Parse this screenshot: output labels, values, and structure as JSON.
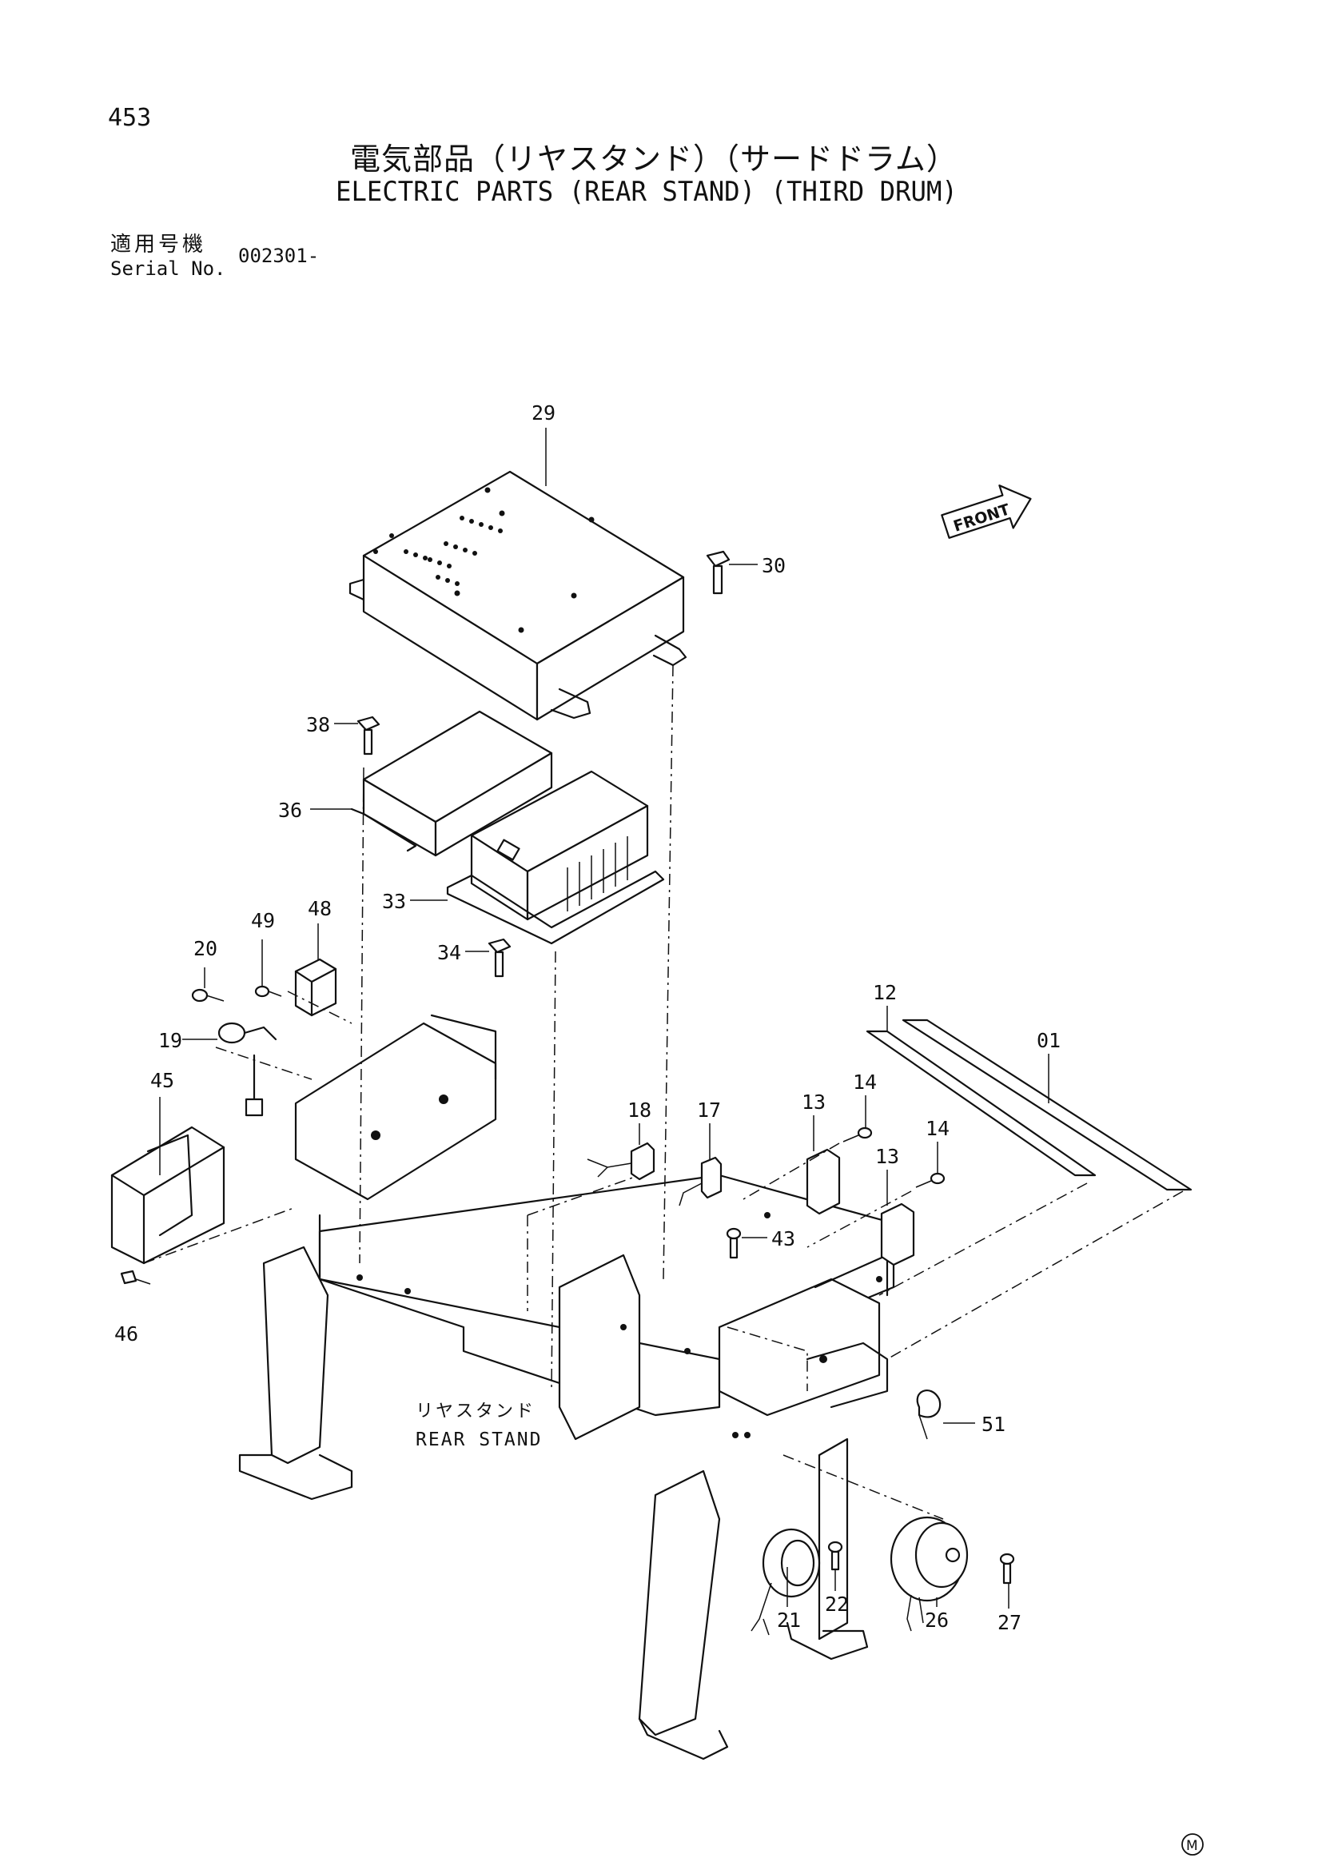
{
  "header": {
    "page_number": "453",
    "title_jp": "電気部品（リヤスタンド）（サードドラム）",
    "title_en": "ELECTRIC PARTS (REAR STAND) (THIRD DRUM)"
  },
  "serial": {
    "label_jp": "適用号機",
    "label_en": "Serial No.",
    "value": "002301-"
  },
  "diagram": {
    "front_label": "FRONT",
    "stand_label_jp": "リヤスタンド",
    "stand_label_en": "REAR STAND",
    "footer_mark": "M",
    "callouts": [
      "29",
      "30",
      "38",
      "36",
      "33",
      "34",
      "49",
      "48",
      "20",
      "19",
      "45",
      "46",
      "12",
      "01",
      "14",
      "13",
      "14",
      "13",
      "18",
      "17",
      "43",
      "51",
      "21",
      "22",
      "26",
      "27"
    ]
  }
}
